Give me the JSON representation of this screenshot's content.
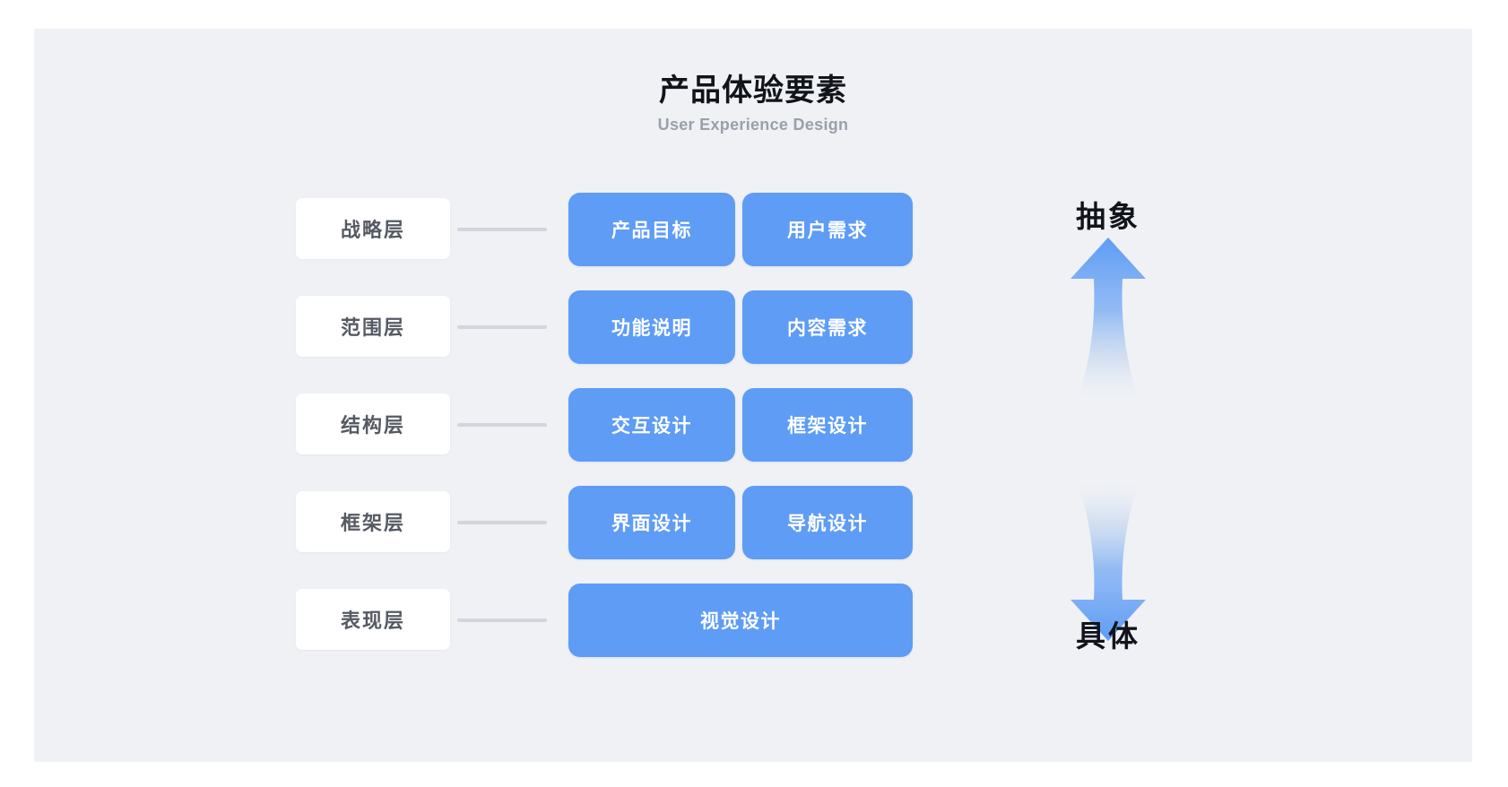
{
  "header": {
    "title": "产品体验要素",
    "subtitle": "User Experience Design"
  },
  "colors": {
    "page_background": "#ffffff",
    "panel_background": "#eff1f5",
    "card_blue": "#5e9cf5",
    "chip_white": "#ffffff",
    "chip_text": "#555a63",
    "connector_gray": "#d2d5dc",
    "title_black": "#11141a",
    "subtitle_gray": "#9aa0ab"
  },
  "diagram": {
    "rows": [
      {
        "layer": "战略层",
        "cards": [
          {
            "label": "产品目标"
          },
          {
            "label": "用户需求"
          }
        ]
      },
      {
        "layer": "范围层",
        "cards": [
          {
            "label": "功能说明"
          },
          {
            "label": "内容需求"
          }
        ]
      },
      {
        "layer": "结构层",
        "cards": [
          {
            "label": "交互设计"
          },
          {
            "label": "框架设计"
          }
        ]
      },
      {
        "layer": "框架层",
        "cards": [
          {
            "label": "界面设计"
          },
          {
            "label": "导航设计"
          }
        ]
      },
      {
        "layer": "表现层",
        "cards": [
          {
            "label": "视觉设计"
          }
        ]
      }
    ]
  },
  "axis": {
    "top_label": "抽象",
    "bottom_label": "具体",
    "up_arrow_icon": "arrow-up-icon",
    "down_arrow_icon": "arrow-down-icon"
  }
}
